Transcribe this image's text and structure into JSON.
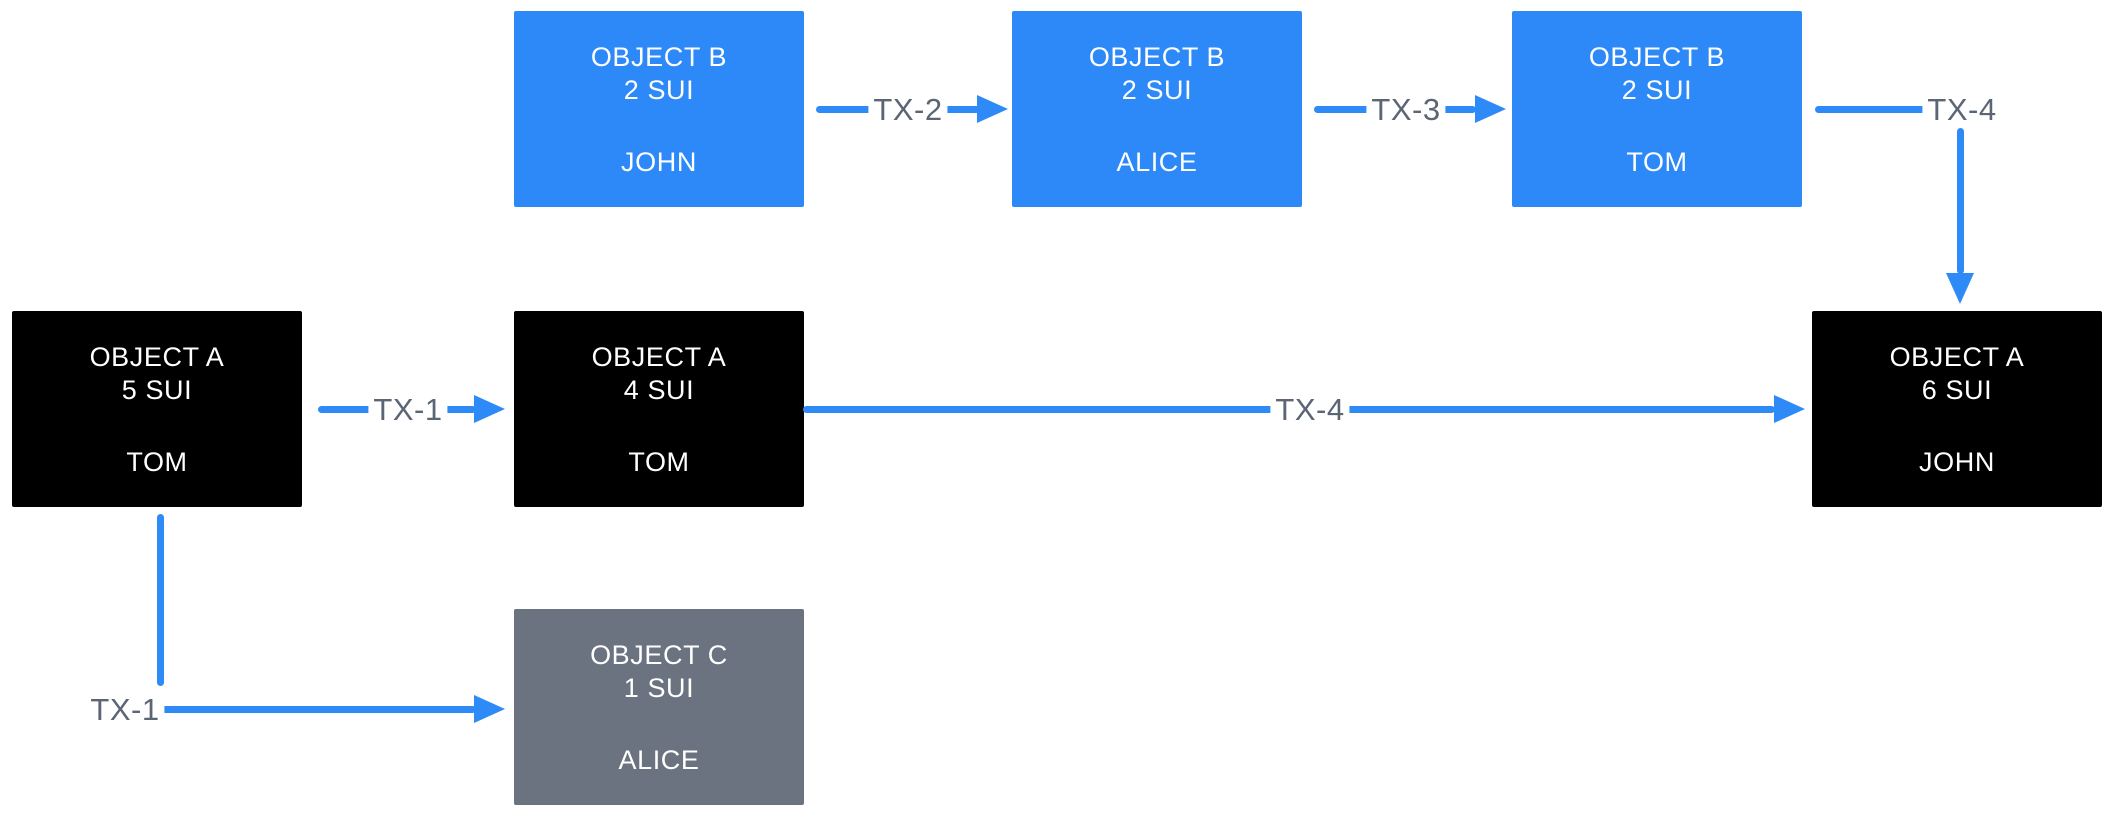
{
  "page": {
    "background": "#ffffff"
  },
  "colors": {
    "blue_box": "#2d89f7",
    "black_box": "#000000",
    "gray_box": "#6b7380",
    "arrow": "#2e8af7",
    "edge_label_text": "#5b6573",
    "box_text": "#ffffff"
  },
  "nodes": [
    {
      "id": "object-b-john",
      "title": "OBJECT B",
      "amount": "2 SUI",
      "owner": "JOHN",
      "variant": "blue"
    },
    {
      "id": "object-b-alice",
      "title": "OBJECT B",
      "amount": "2 SUI",
      "owner": "ALICE",
      "variant": "blue"
    },
    {
      "id": "object-b-tom",
      "title": "OBJECT B",
      "amount": "2 SUI",
      "owner": "TOM",
      "variant": "blue"
    },
    {
      "id": "object-a-5-tom",
      "title": "OBJECT A",
      "amount": "5 SUI",
      "owner": "TOM",
      "variant": "black"
    },
    {
      "id": "object-a-4-tom",
      "title": "OBJECT A",
      "amount": "4 SUI",
      "owner": "TOM",
      "variant": "black"
    },
    {
      "id": "object-a-6-john",
      "title": "OBJECT A",
      "amount": "6 SUI",
      "owner": "JOHN",
      "variant": "black"
    },
    {
      "id": "object-c-alice",
      "title": "OBJECT C",
      "amount": "1 SUI",
      "owner": "ALICE",
      "variant": "gray"
    }
  ],
  "edges": [
    {
      "label": "TX-2",
      "from": "object-b-john",
      "to": "object-b-alice"
    },
    {
      "label": "TX-3",
      "from": "object-b-alice",
      "to": "object-b-tom"
    },
    {
      "label": "TX-4",
      "from": "object-b-tom",
      "to": "object-a-6-john"
    },
    {
      "label": "TX-1",
      "from": "object-a-5-tom",
      "to": "object-a-4-tom"
    },
    {
      "label": "TX-4",
      "from": "object-a-4-tom",
      "to": "object-a-6-john"
    },
    {
      "label": "TX-1",
      "from": "object-a-5-tom",
      "to": "object-c-alice"
    }
  ]
}
